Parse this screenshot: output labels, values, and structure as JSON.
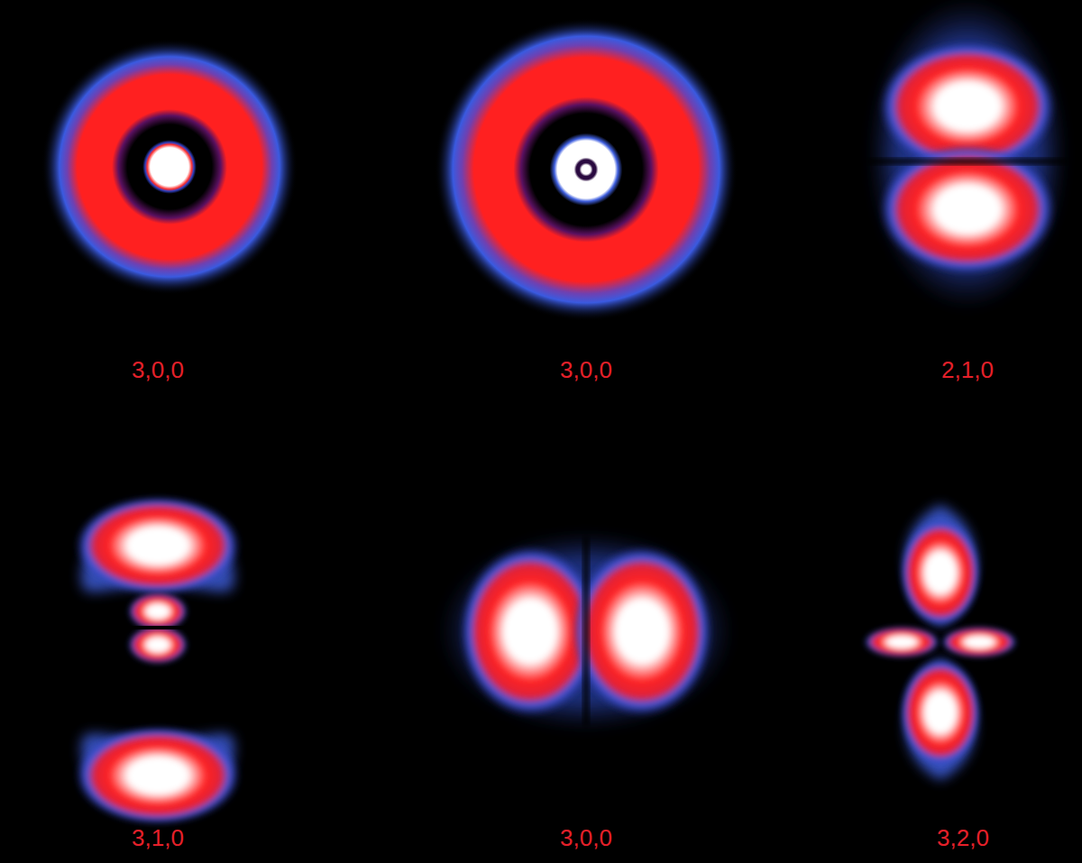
{
  "diagram": {
    "labels": [
      "3,0,0",
      "3,0,0",
      "2,1,0",
      "3,1,0",
      "3,0,0",
      "3,2,0"
    ]
  }
}
